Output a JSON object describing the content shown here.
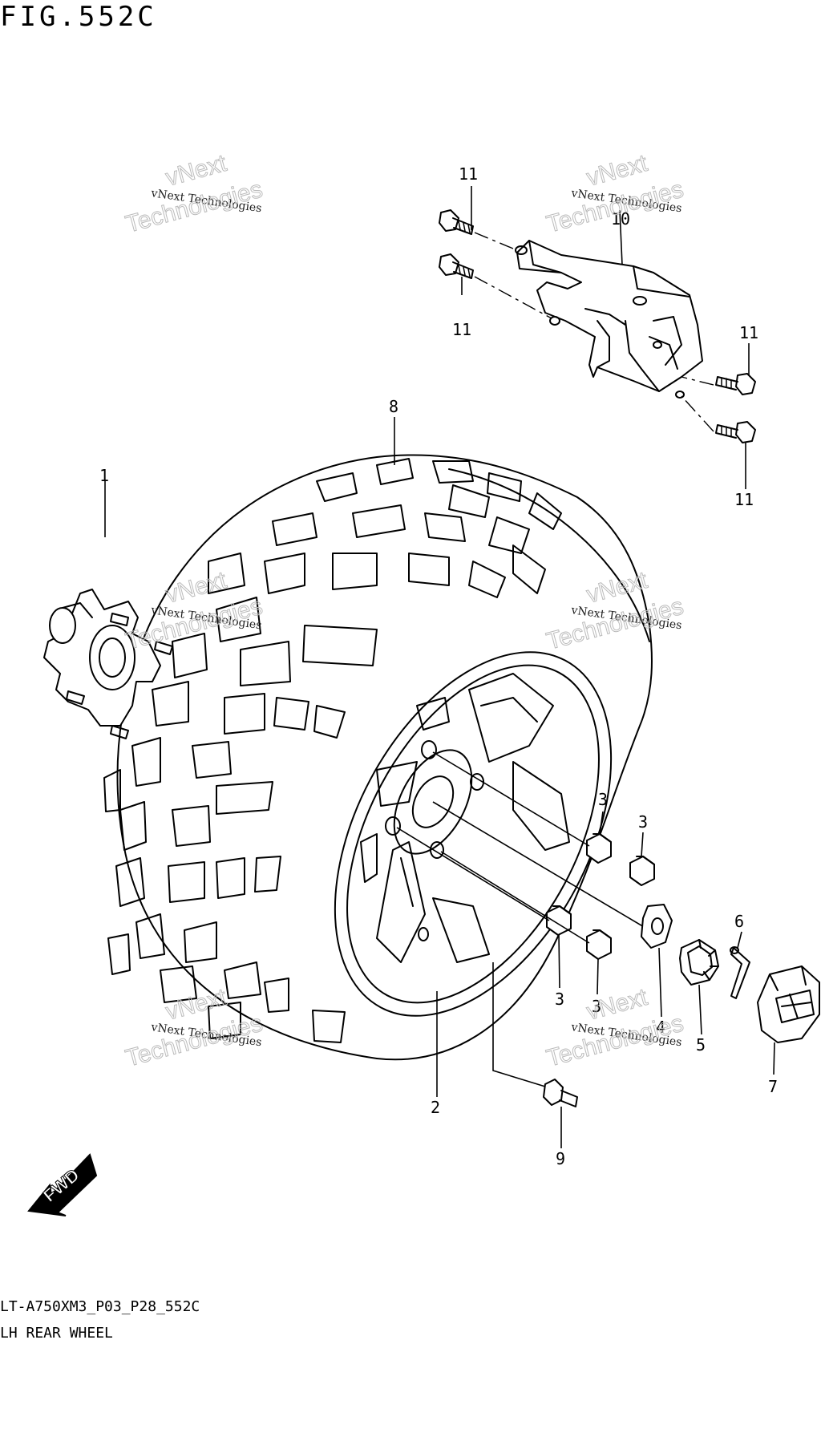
{
  "figure": {
    "title": "FIG.552C",
    "code": "LT-A750XM3_P03_P28_552C",
    "name": "LH REAR WHEEL"
  },
  "callouts": {
    "p1": "1",
    "p2": "2",
    "p3a": "3",
    "p3b": "3",
    "p3c": "3",
    "p3d": "3",
    "p4": "4",
    "p5": "5",
    "p6": "6",
    "p7": "7",
    "p8": "8",
    "p9": "9",
    "p10": "10",
    "p11a": "11",
    "p11b": "11",
    "p11c": "11",
    "p11d": "11"
  },
  "direction": {
    "label": "FWD"
  },
  "watermark": {
    "line1": "vNext Technologies",
    "line2": "vNext",
    "line3": "Technologies"
  }
}
